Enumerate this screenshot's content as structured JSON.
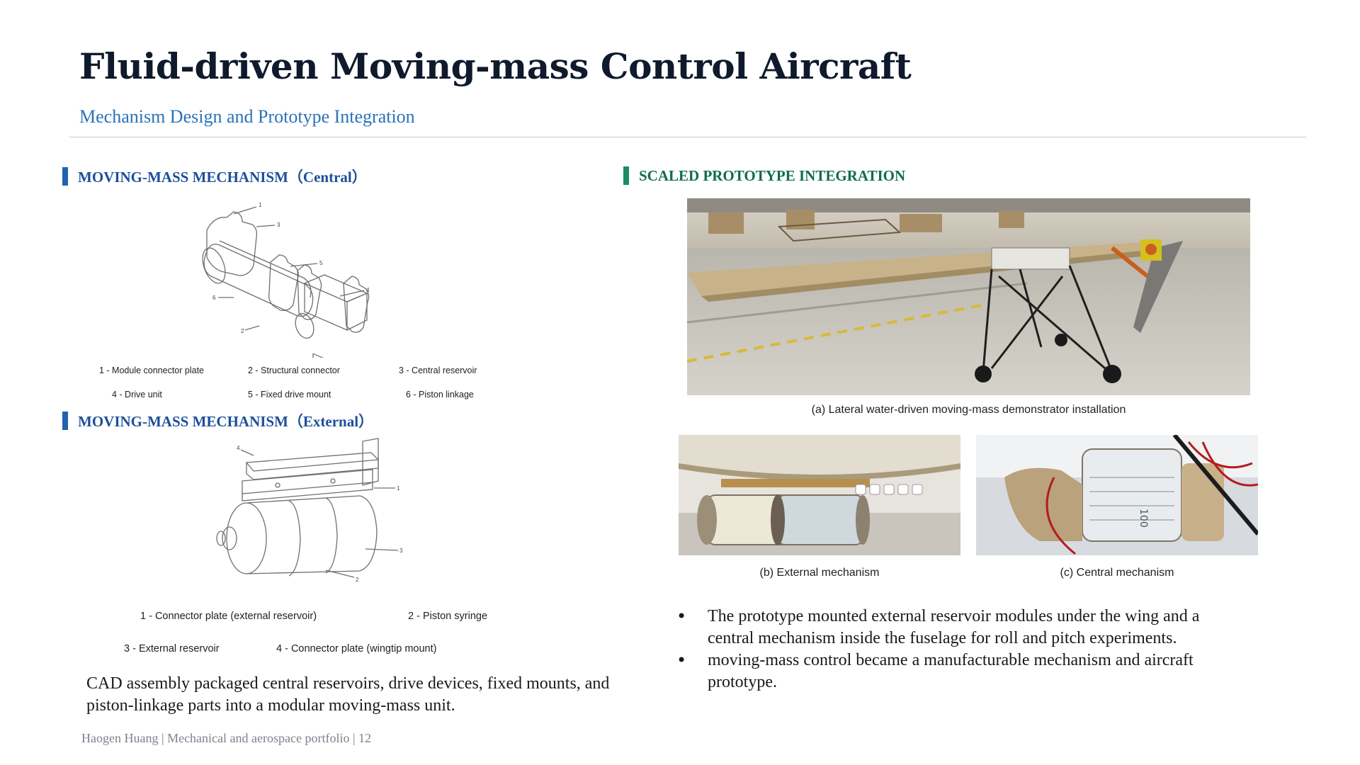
{
  "header": {
    "title": "Fluid-driven Moving-mass Control Aircraft",
    "subtitle": "Mechanism Design and Prototype Integration"
  },
  "central": {
    "heading": "MOVING-MASS MECHANISM（Central）",
    "figure_numbers": [
      "1",
      "2",
      "3",
      "4",
      "5",
      "6"
    ],
    "labels": [
      "1 - Module connector plate",
      "2 - Structural connector",
      "3 - Central reservoir",
      "4 - Drive unit",
      "5 - Fixed drive mount",
      "6 - Piston linkage"
    ]
  },
  "external": {
    "heading": "MOVING-MASS MECHANISM（External）",
    "figure_numbers": [
      "1",
      "2",
      "3",
      "4"
    ],
    "labels": [
      "1 - Connector plate (external reservoir)",
      "2 - Piston syringe",
      "3 - External reservoir",
      "4 - Connector plate (wingtip mount)"
    ]
  },
  "prototype": {
    "heading": "SCALED PROTOTYPE INTEGRATION",
    "caption_a": "(a) Lateral water-driven moving-mass demonstrator installation",
    "caption_b": "(b) External mechanism",
    "caption_c": "(c) Central mechanism",
    "syringe_mark": "100"
  },
  "body": {
    "cad_text": "CAD assembly packaged central reservoirs, drive devices, fixed mounts, and piston-linkage parts into a modular moving-mass unit.",
    "bullets": [
      "The prototype mounted external reservoir modules under the wing and a central mechanism inside the fuselage for roll and pitch experiments.",
      "moving-mass control became a manufacturable mechanism and aircraft prototype."
    ],
    "bullet_glyph": "•"
  },
  "footer": {
    "text": "Haogen Huang | Mechanical and aerospace portfolio | 12"
  },
  "colors": {
    "title": "#0f1a2c",
    "subtitle": "#2a72b8",
    "section_blue": "#1d4f9a",
    "section_green": "#0f6b52",
    "footer": "#7b828c"
  }
}
